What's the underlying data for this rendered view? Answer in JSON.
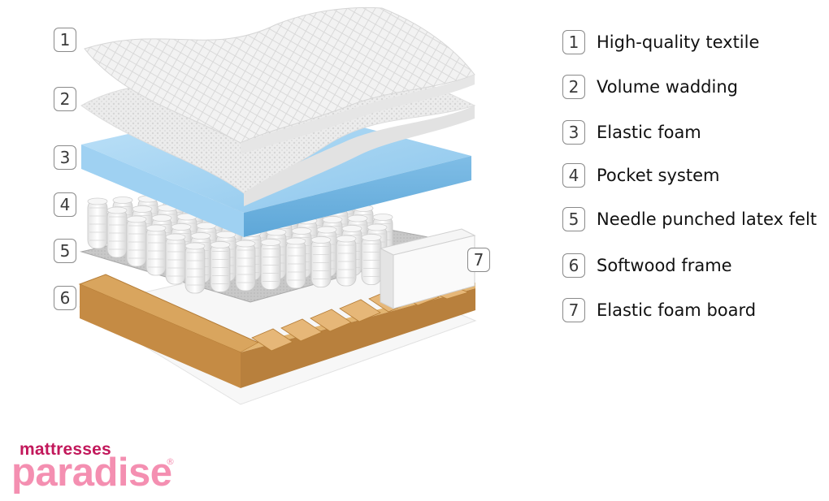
{
  "callouts": [
    {
      "num": "1"
    },
    {
      "num": "2"
    },
    {
      "num": "3"
    },
    {
      "num": "4"
    },
    {
      "num": "5"
    },
    {
      "num": "6"
    },
    {
      "num": "7"
    }
  ],
  "legend": [
    {
      "num": "1",
      "label": "High-quality textile"
    },
    {
      "num": "2",
      "label": "Volume wadding"
    },
    {
      "num": "3",
      "label": "Elastic foam"
    },
    {
      "num": "4",
      "label": "Pocket system"
    },
    {
      "num": "5",
      "label": "Needle punched latex felt"
    },
    {
      "num": "6",
      "label": "Softwood frame"
    },
    {
      "num": "7",
      "label": "Elastic foam board"
    }
  ],
  "logo": {
    "line1": "mattresses",
    "line2": "paradise",
    "registered": "®"
  },
  "colors": {
    "foam": "#9fd1f2",
    "wood": "#d9a55e",
    "textile": "#efefef",
    "felt": "#cfcfcf",
    "text": "#111111",
    "logo_dark": "#c2185b",
    "logo_light": "#f48fb1"
  }
}
